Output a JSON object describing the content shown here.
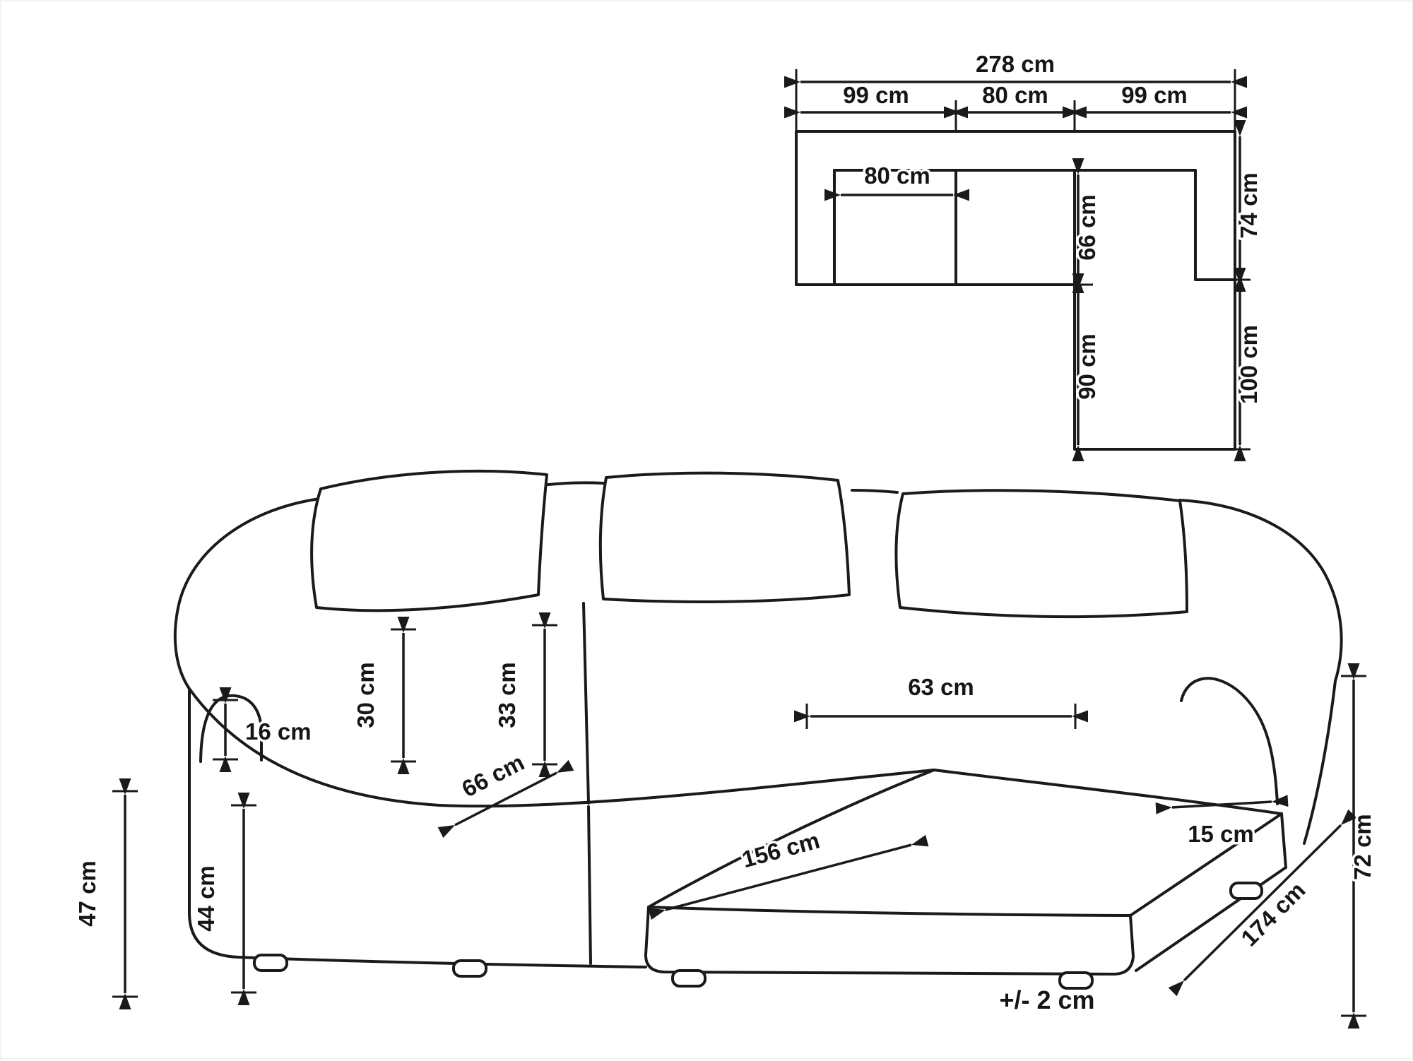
{
  "meta": {
    "title": "Corner sofa dimensions diagram",
    "tolerance_note": "+/- 2 cm",
    "line_color": "#1a1a1a",
    "background_color": "#ffffff"
  },
  "top_view": {
    "total_width": "278 cm",
    "left_section_width": "99 cm",
    "middle_section_width": "80 cm",
    "right_section_width": "99 cm",
    "left_seat_width": "80 cm",
    "seat_depth": "66 cm",
    "body_depth": "74 cm",
    "chaise_inner_length": "90 cm",
    "chaise_outer_length": "100 cm"
  },
  "perspective_view": {
    "armrest_arch_height": "16 cm",
    "left_back_cushion_height": "30 cm",
    "back_cushion_height": "33 cm",
    "back_cushion_width": "63 cm",
    "seat_cushion_depth": "66 cm",
    "armrest_top_width": "15 cm",
    "armrest_side_height": "47 cm",
    "seat_height": "44 cm",
    "chaise_seat_length": "156 cm",
    "overall_height": "72 cm",
    "overall_depth": "174 cm"
  }
}
